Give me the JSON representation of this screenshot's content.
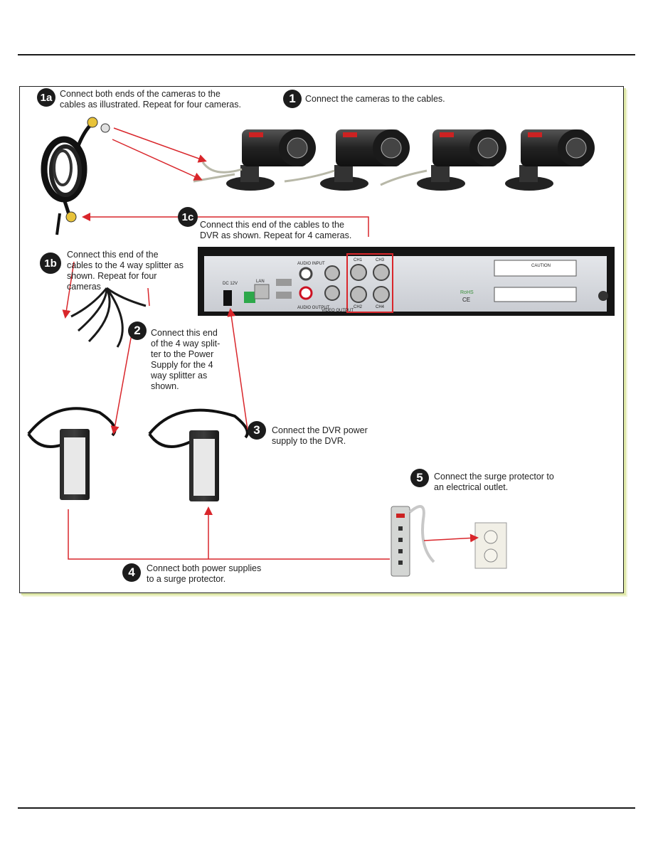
{
  "steps": {
    "s1a": {
      "badge": "1a",
      "text": "Connect both ends of the cameras to the\ncables as illustrated. Repeat for four cameras."
    },
    "s1": {
      "badge": "1",
      "text": "Connect the cameras to the cables."
    },
    "s1c": {
      "badge": "1c",
      "text": "Connect this end of the cables to the\nDVR as shown.  Repeat for 4 cameras."
    },
    "s1b": {
      "badge": "1b",
      "text": "Connect this end of the\ncables to the 4 way splitter as\nshown. Repeat for four\ncameras"
    },
    "s2": {
      "badge": "2",
      "text": "Connect this end\nof the 4 way split-\nter to the Power\nSupply for the 4\nway splitter as\nshown."
    },
    "s3": {
      "badge": "3",
      "text": "Connect the DVR power\nsupply to the DVR."
    },
    "s4": {
      "badge": "4",
      "text": "Connect both power supplies\nto a surge protector."
    },
    "s5": {
      "badge": "5",
      "text": "Connect the surge protector to\nan electrical outlet."
    }
  },
  "dvr_labels": {
    "dc": "DC 12V",
    "lan": "LAN",
    "audio_in": "AUDIO INPUT",
    "audio_out": "AUDIO OUTPUT",
    "video_out": "VIDEO OUTPUT",
    "ch1": "CH1",
    "ch2": "CH2",
    "ch3": "CH3",
    "ch4": "CH4",
    "caution": "CAUTION",
    "rohs": "RoHS",
    "ce": "CE"
  },
  "colors": {
    "arrow": "#d9262b",
    "badge": "#1c1c1c",
    "panel_shadow": "#dfe8a8"
  }
}
